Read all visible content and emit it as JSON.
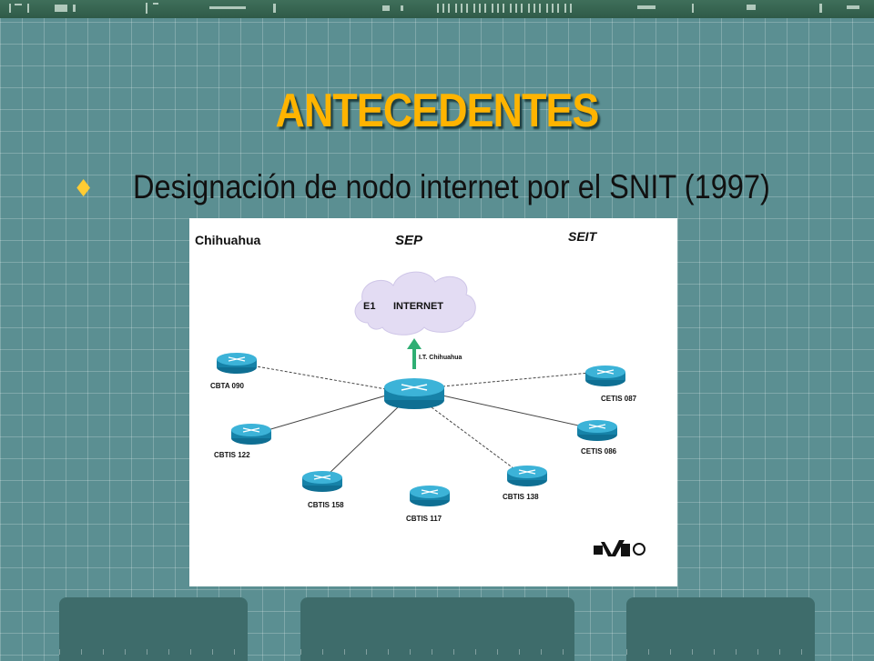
{
  "slide": {
    "title": "ANTECEDENTES",
    "bullet_text": "Designación de nodo internet por el SNIT (1997)"
  },
  "diagram": {
    "region_label": "Chihuahua",
    "logo_left": "SEP",
    "logo_right": "SEIT",
    "cloud_label_left": "E1",
    "cloud_label_right": "INTERNET",
    "hub_label": "I.T. Chihuahua",
    "nodes": [
      {
        "name": "CBTA 090"
      },
      {
        "name": "CBTIS 122"
      },
      {
        "name": "CBTIS 158"
      },
      {
        "name": "CBTIS 117"
      },
      {
        "name": "CBTIS 138"
      },
      {
        "name": "CETIS 086"
      },
      {
        "name": "CETIS 087"
      }
    ]
  },
  "colors": {
    "background": "#5b8f92",
    "title": "#ffb400",
    "bullet": "#ffcc33",
    "router": "#1f93b8",
    "arrow": "#2fae73"
  }
}
